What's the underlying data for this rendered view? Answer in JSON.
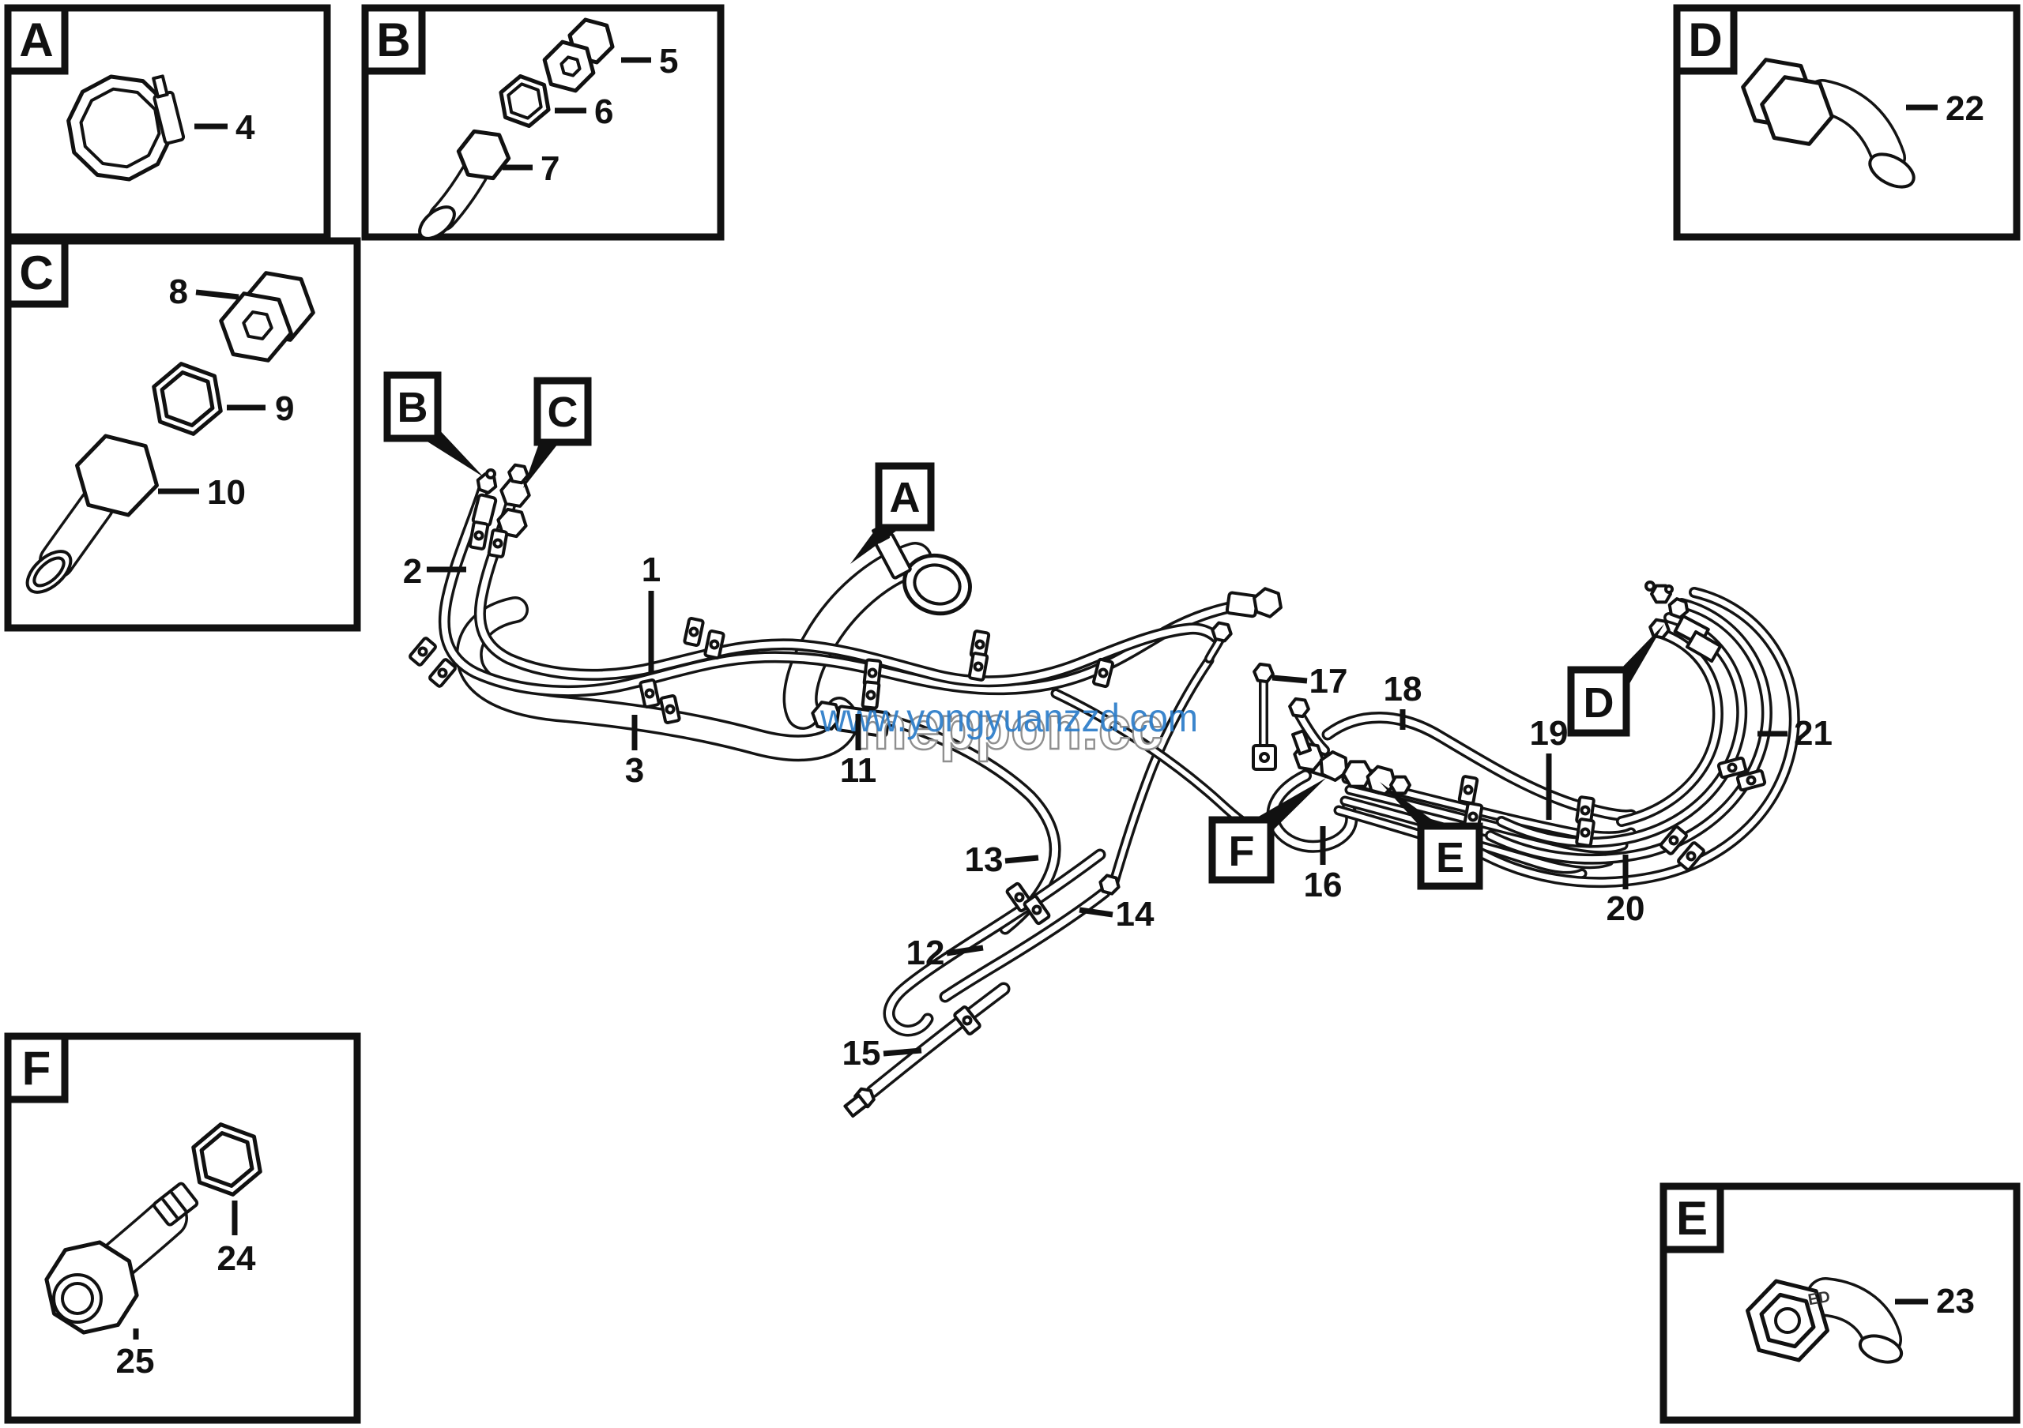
{
  "watermark": {
    "site_text": "www.yongyuanzzd.com",
    "site_color": "#2b7cc9",
    "logo_text": "meppon.cc",
    "logo_outline_color": "#8f8f8f"
  },
  "colors": {
    "line": "#141414",
    "background": "#ffffff"
  },
  "detail_boxes": [
    {
      "letter": "A",
      "part_numbers": [
        "4"
      ]
    },
    {
      "letter": "B",
      "part_numbers": [
        "5",
        "6",
        "7"
      ]
    },
    {
      "letter": "C",
      "part_numbers": [
        "8",
        "9",
        "10"
      ]
    },
    {
      "letter": "D",
      "part_numbers": [
        "22"
      ]
    },
    {
      "letter": "E",
      "part_numbers": [
        "23"
      ],
      "stamp": "ED"
    },
    {
      "letter": "F",
      "part_numbers": [
        "24",
        "25"
      ]
    }
  ],
  "main_view": {
    "callout_letters": [
      "A",
      "B",
      "C",
      "D",
      "E",
      "F"
    ],
    "part_numbers": [
      "1",
      "2",
      "3",
      "11",
      "12",
      "13",
      "14",
      "15",
      "16",
      "17",
      "18",
      "19",
      "20",
      "21"
    ]
  }
}
